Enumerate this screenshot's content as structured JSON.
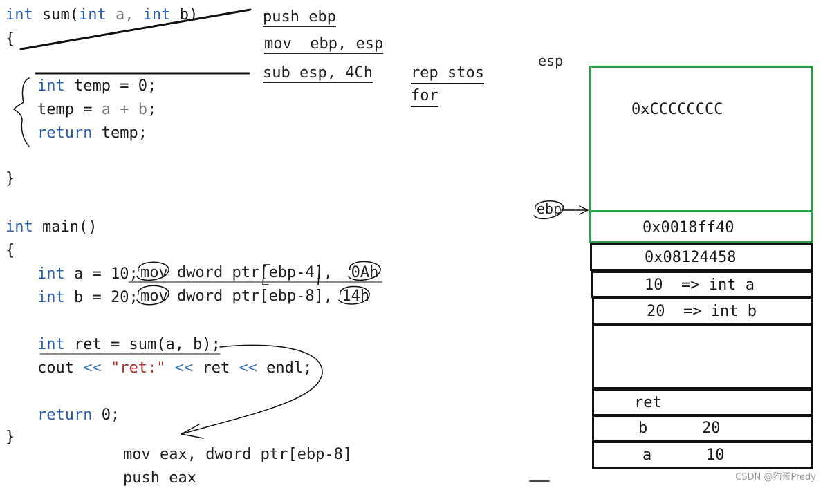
{
  "code": {
    "sum_signature": {
      "int1": "int",
      "name": " sum(",
      "int2": "int",
      "a": " a, ",
      "int3": "int",
      "b": " b)"
    },
    "brace_open1": "{",
    "line_temp_decl": {
      "kw": "int",
      "rest": " temp = 0;"
    },
    "line_temp_assign": {
      "left": "temp = ",
      "gray": "a + b",
      "end": ";"
    },
    "line_return_temp": {
      "kw": "return",
      "rest": " temp;"
    },
    "brace_close1": "}",
    "main_signature": {
      "kw": "int",
      "rest": " main()"
    },
    "brace_open2": "{",
    "line_a": {
      "kw": "int",
      "rest": " a = 10;"
    },
    "line_b": {
      "kw": "int",
      "rest": " b = 20;"
    },
    "line_ret": {
      "kw": "int",
      "rest": " ret = sum(a, b);"
    },
    "line_cout": {
      "p1": "cout ",
      "op1": "<<",
      "str": " \"ret:\" ",
      "op2": "<<",
      "p2": " ret ",
      "op3": "<<",
      "p3": " endl;"
    },
    "line_return0": {
      "kw": "return",
      "rest": " 0;"
    },
    "brace_close2": "}"
  },
  "annotations": {
    "asm_a": {
      "mov": "mov",
      "rest": "dword ptr[ebp-4],",
      "val": "0Ah"
    },
    "asm_b": {
      "mov": "mov",
      "rest": "dword ptr[ebp-8],",
      "val": "14h"
    },
    "prologue": [
      "push ebp",
      "mov  ebp, esp",
      "sub esp, 4Ch"
    ],
    "rep_stos": "rep stos",
    "for": "for",
    "call_asm": [
      "mov eax, dword ptr[ebp-8]",
      "push eax"
    ]
  },
  "stack": {
    "esp_label": "esp",
    "ebp_label": "ebp",
    "fill_value": "0xCCCCCCCC",
    "saved_ebp": "0x0018ff40",
    "ret_addr": "0x08124458",
    "local_a": "10  => int a",
    "local_b": "20  => int b",
    "ret_label": "ret",
    "b_label": "b",
    "b_value": "20",
    "a_label": "a",
    "a_value": "10"
  },
  "colors": {
    "keyword": "#2a5db0",
    "frame_border": "#2aa04a",
    "string": "#b03030"
  },
  "watermark": "CSDN @狗蛋Predy"
}
